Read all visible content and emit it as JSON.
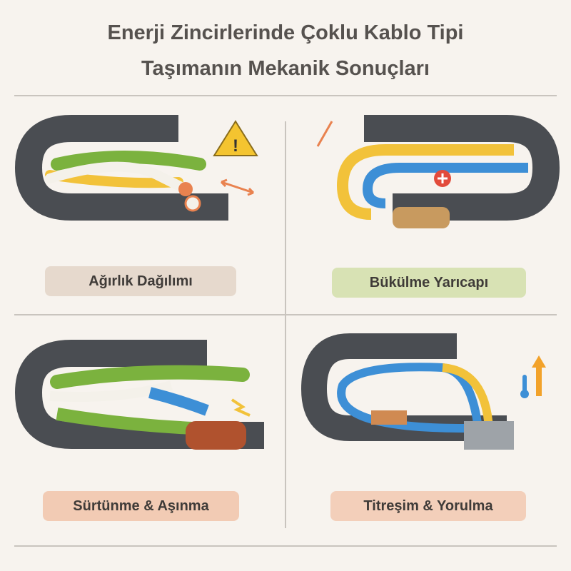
{
  "title": {
    "line1": "Enerji Zincirlerinde Çoklu Kablo Tipi",
    "line2": "Taşımanın Mekanik Sonuçları"
  },
  "panels": [
    {
      "label": "Ağırlık Dağılımı",
      "color": "#e6d9cd",
      "icons": [
        "warning-icon",
        "double-arrow-icon"
      ]
    },
    {
      "label": "Bükülme Yarıcapı",
      "color": "#d8e2b4",
      "icons": [
        "double-arrow-icon",
        "plus-badge-icon"
      ]
    },
    {
      "label": "Sürtünme & Aşınma",
      "color": "#f2cbb4",
      "icons": [
        "lightning-icon"
      ]
    },
    {
      "label": "Titreşim & Yorulma",
      "color": "#f3cfba",
      "icons": [
        "up-arrow-icon",
        "thermometer-icon"
      ]
    }
  ],
  "colors": {
    "chain": "#4a4d52",
    "green": "#7bb23e",
    "yellow": "#f2c23a",
    "blue": "#3d8fd6",
    "white": "#f4f1ea",
    "orange": "#e9824f"
  }
}
